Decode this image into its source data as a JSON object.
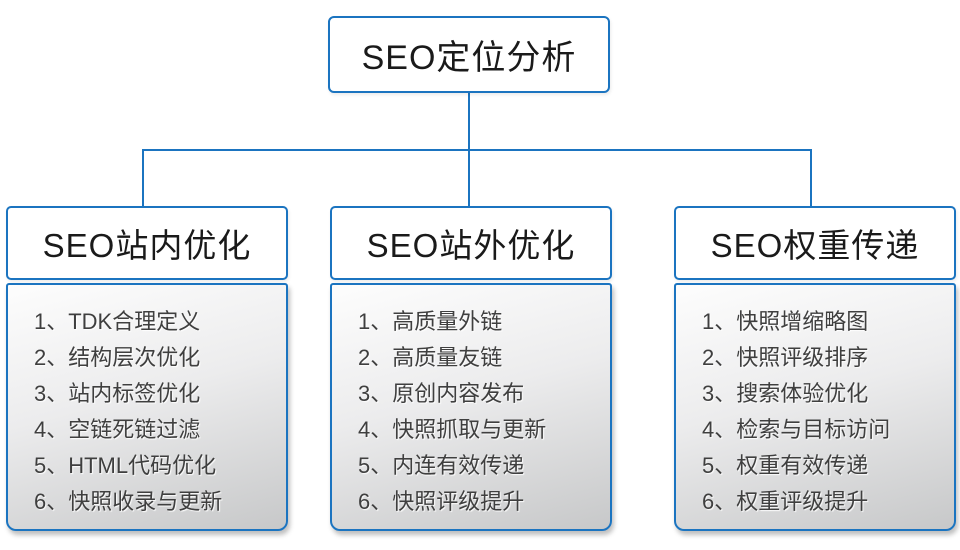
{
  "diagram": {
    "root": {
      "label": "SEO定位分析"
    },
    "columns": [
      {
        "title": "SEO站内优化",
        "items": [
          "1、TDK合理定义",
          "2、结构层次优化",
          "3、站内标签优化",
          "4、空链死链过滤",
          "5、HTML代码优化",
          "6、快照收录与更新"
        ]
      },
      {
        "title": "SEO站外优化",
        "items": [
          "1、高质量外链",
          "2、高质量友链",
          "3、原创内容发布",
          "4、快照抓取与更新",
          "5、内连有效传递",
          "6、快照评级提升"
        ]
      },
      {
        "title": "SEO权重传递",
        "items": [
          "1、快照增缩略图",
          "2、快照评级排序",
          "3、搜索体验优化",
          "4、检索与目标访问",
          "5、权重有效传递",
          "6、权重评级提升"
        ]
      }
    ]
  },
  "colors": {
    "accent_blue": "#1b74c0",
    "text_dark": "#1a1a1a",
    "list_text": "#3f3f3f"
  }
}
